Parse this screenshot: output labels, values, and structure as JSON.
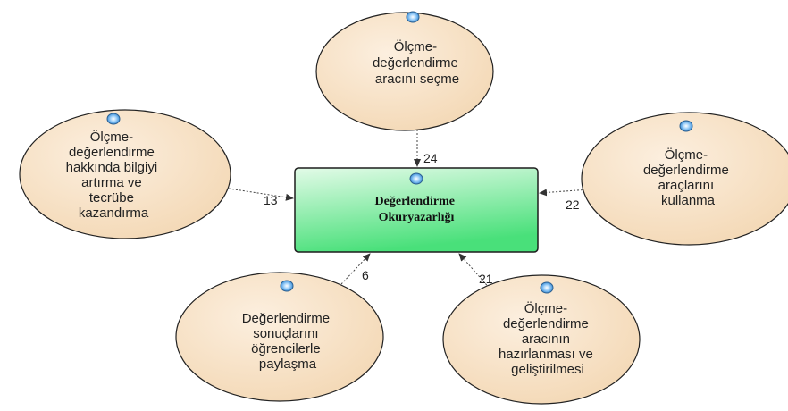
{
  "center": {
    "lines": [
      "Değerlendirme",
      "Okuryazarlığı"
    ]
  },
  "nodes": [
    {
      "id": "top",
      "lines": [
        "Ölçme-",
        "değerlendirme",
        "aracını seçme"
      ],
      "count": "24"
    },
    {
      "id": "left",
      "lines": [
        "Ölçme-",
        "değerlendirme",
        "hakkında bilgiyi",
        "artırma ve",
        "tecrübe",
        "kazandırma"
      ],
      "count": "13"
    },
    {
      "id": "right",
      "lines": [
        "Ölçme-",
        "değerlendirme",
        "araçlarını",
        "kullanma"
      ],
      "count": "22"
    },
    {
      "id": "bottom-left",
      "lines": [
        "Değerlendirme",
        "sonuçlarını",
        "öğrencilerle",
        "paylaşma"
      ],
      "count": "6"
    },
    {
      "id": "bottom-right",
      "lines": [
        "Ölçme-",
        "değerlendirme",
        "aracının",
        "hazırlanması ve",
        "geliştirilmesi"
      ],
      "count": "21"
    }
  ],
  "colors": {
    "node_fill": "#f8e2c6",
    "node_stroke": "#222222",
    "center_fill_top": "#e3fbe8",
    "center_fill_bottom": "#49e07a",
    "marker_fill": "#6bb4ee",
    "link": "#444444"
  }
}
